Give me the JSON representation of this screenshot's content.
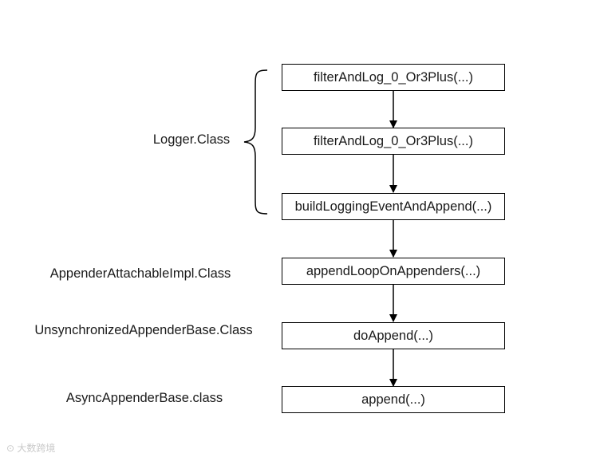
{
  "nodes": [
    {
      "label": "filterAndLog_0_Or3Plus(...)"
    },
    {
      "label": "filterAndLog_0_Or3Plus(...)"
    },
    {
      "label": "buildLoggingEventAndAppend(...)"
    },
    {
      "label": "appendLoopOnAppenders(...)"
    },
    {
      "label": "doAppend(...)"
    },
    {
      "label": "append(...)"
    }
  ],
  "class_labels": [
    {
      "label": "Logger.Class"
    },
    {
      "label": "AppenderAttachableImpl.Class"
    },
    {
      "label": "UnsynchronizedAppenderBase.Class"
    },
    {
      "label": "AsyncAppenderBase.class"
    }
  ],
  "watermark": "大数跨境",
  "colors": {
    "line": "#000000",
    "text": "#1a1a1a",
    "background": "#ffffff"
  }
}
